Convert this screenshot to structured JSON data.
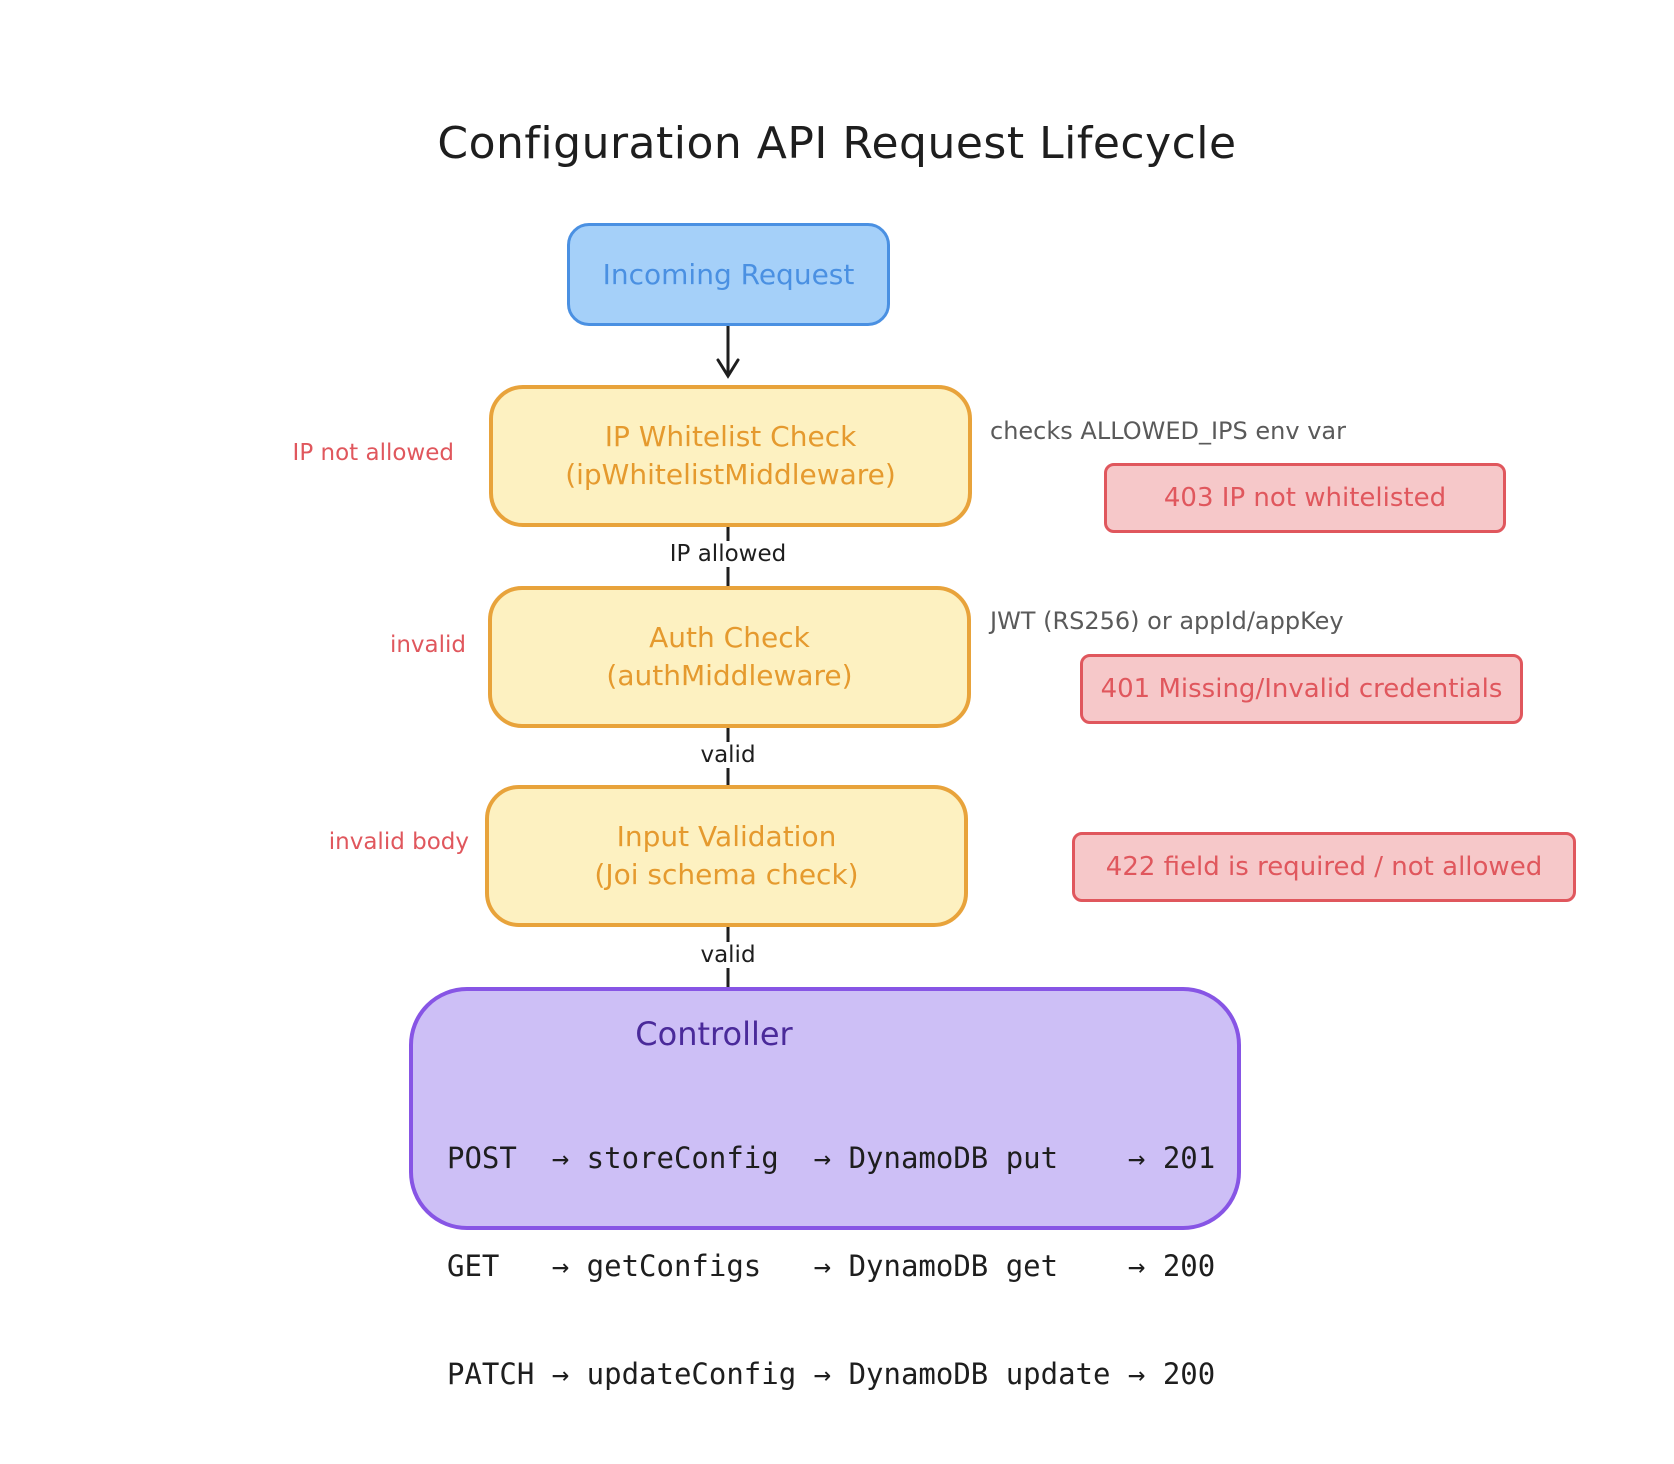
{
  "title": "Configuration API Request Lifecycle",
  "start": {
    "label": "Incoming Request"
  },
  "steps": [
    {
      "line1": "IP Whitelist Check",
      "line2": "(ipWhitelistMiddleware)",
      "note": "checks ALLOWED_IPS env var",
      "fail_label": "IP not allowed",
      "error": "403 IP not whitelisted",
      "pass_label": "IP allowed"
    },
    {
      "line1": "Auth Check",
      "line2": "(authMiddleware)",
      "note": "JWT (RS256) or appId/appKey",
      "fail_label": "invalid",
      "error": "401 Missing/Invalid credentials",
      "pass_label": "valid"
    },
    {
      "line1": "Input Validation",
      "line2": "(Joi schema check)",
      "note": "",
      "fail_label": "invalid body",
      "error": "422 field is required / not allowed",
      "pass_label": "valid"
    }
  ],
  "controller": {
    "title": "Controller",
    "routes": [
      "POST  → storeConfig  → DynamoDB put    → 201",
      "GET   → getConfigs   → DynamoDB get    → 200",
      "PATCH → updateConfig → DynamoDB update → 200"
    ]
  },
  "colors": {
    "start_fill": "#a5d0f9",
    "start_stroke": "#4a90e2",
    "step_fill": "#fdf1c1",
    "step_stroke": "#e8a33b",
    "error_fill": "#f6c8c9",
    "error_stroke": "#e0575d",
    "controller_fill": "#cdbff6",
    "controller_stroke": "#8755e5"
  }
}
